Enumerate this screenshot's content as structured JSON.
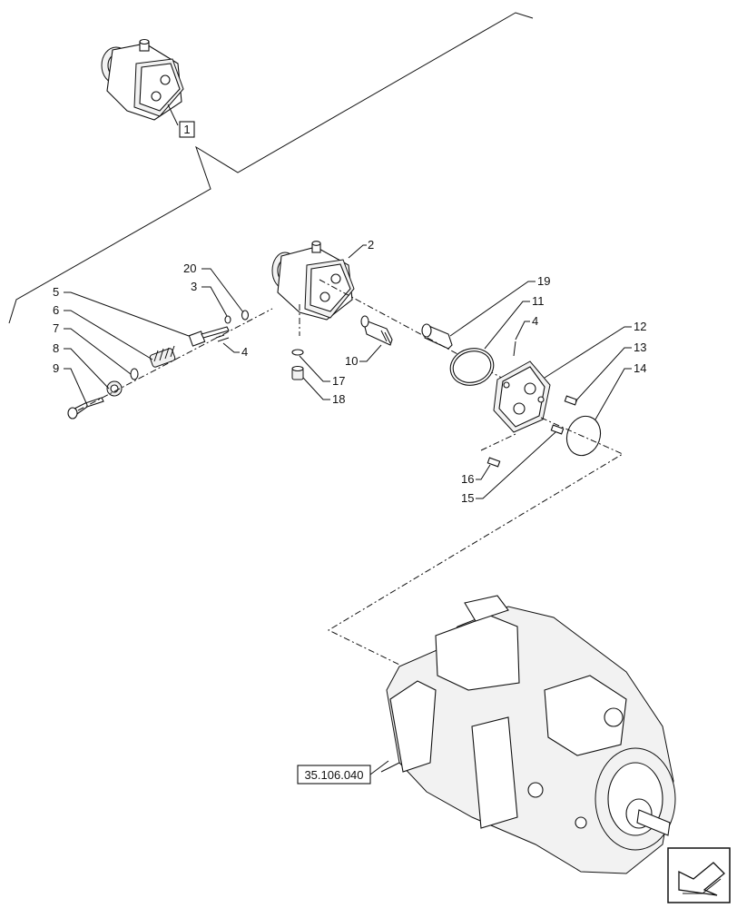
{
  "diagram": {
    "item_labels": [
      "1",
      "2",
      "3",
      "4",
      "4",
      "5",
      "6",
      "7",
      "8",
      "9",
      "10",
      "11",
      "12",
      "13",
      "14",
      "15",
      "16",
      "17",
      "18",
      "19",
      "20"
    ],
    "reference": "35.106.040"
  },
  "nav": {
    "icon": "next-page-arrow-icon"
  }
}
